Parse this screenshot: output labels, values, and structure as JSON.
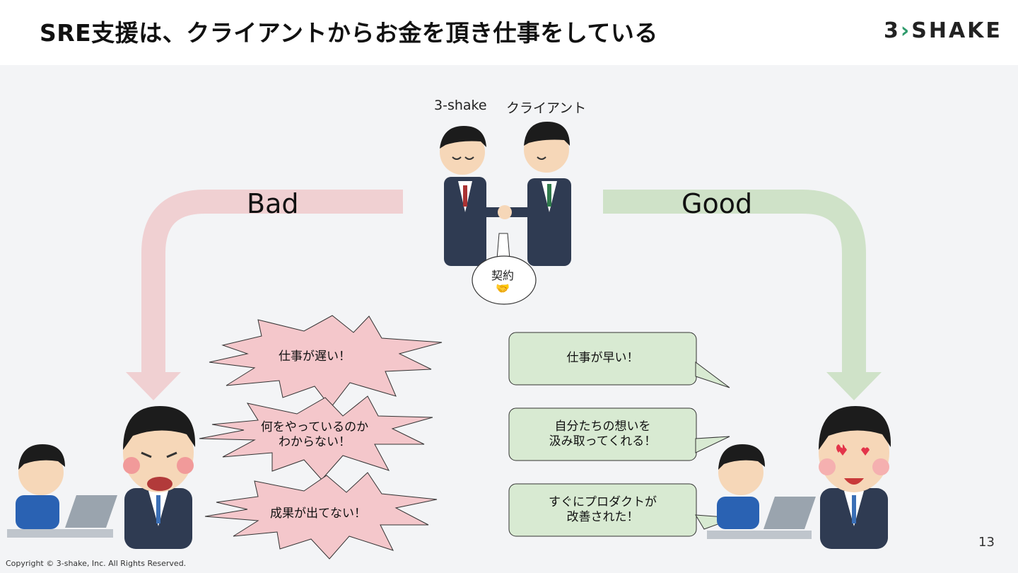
{
  "slide": {
    "title": "SRE支援は、クライアントからお金を頂き仕事をしている",
    "logo_text": "3SHAKE",
    "page_number": "13",
    "copyright": "Copyright © 3-shake, Inc. All Rights Reserved."
  },
  "parties": {
    "left_label": "3-shake",
    "right_label": "クライアント",
    "contract_label": "契約",
    "contract_emoji": "🤝"
  },
  "paths": {
    "bad_label": "Bad",
    "good_label": "Good"
  },
  "bad_reactions": [
    "仕事が遅い！",
    "何をやっているのか\nわからない！",
    "成果が出てない！"
  ],
  "good_reactions": [
    "仕事が早い！",
    "自分たちの想いを\n汲み取ってくれる！",
    "すぐにプロダクトが\n改善された！"
  ],
  "colors": {
    "bad_arrow": "#f0d0d2",
    "good_arrow": "#cfe2c8",
    "bad_bubble": "#f4c7cb",
    "good_bubble": "#d8ead2",
    "suit": "#2f3b52"
  }
}
